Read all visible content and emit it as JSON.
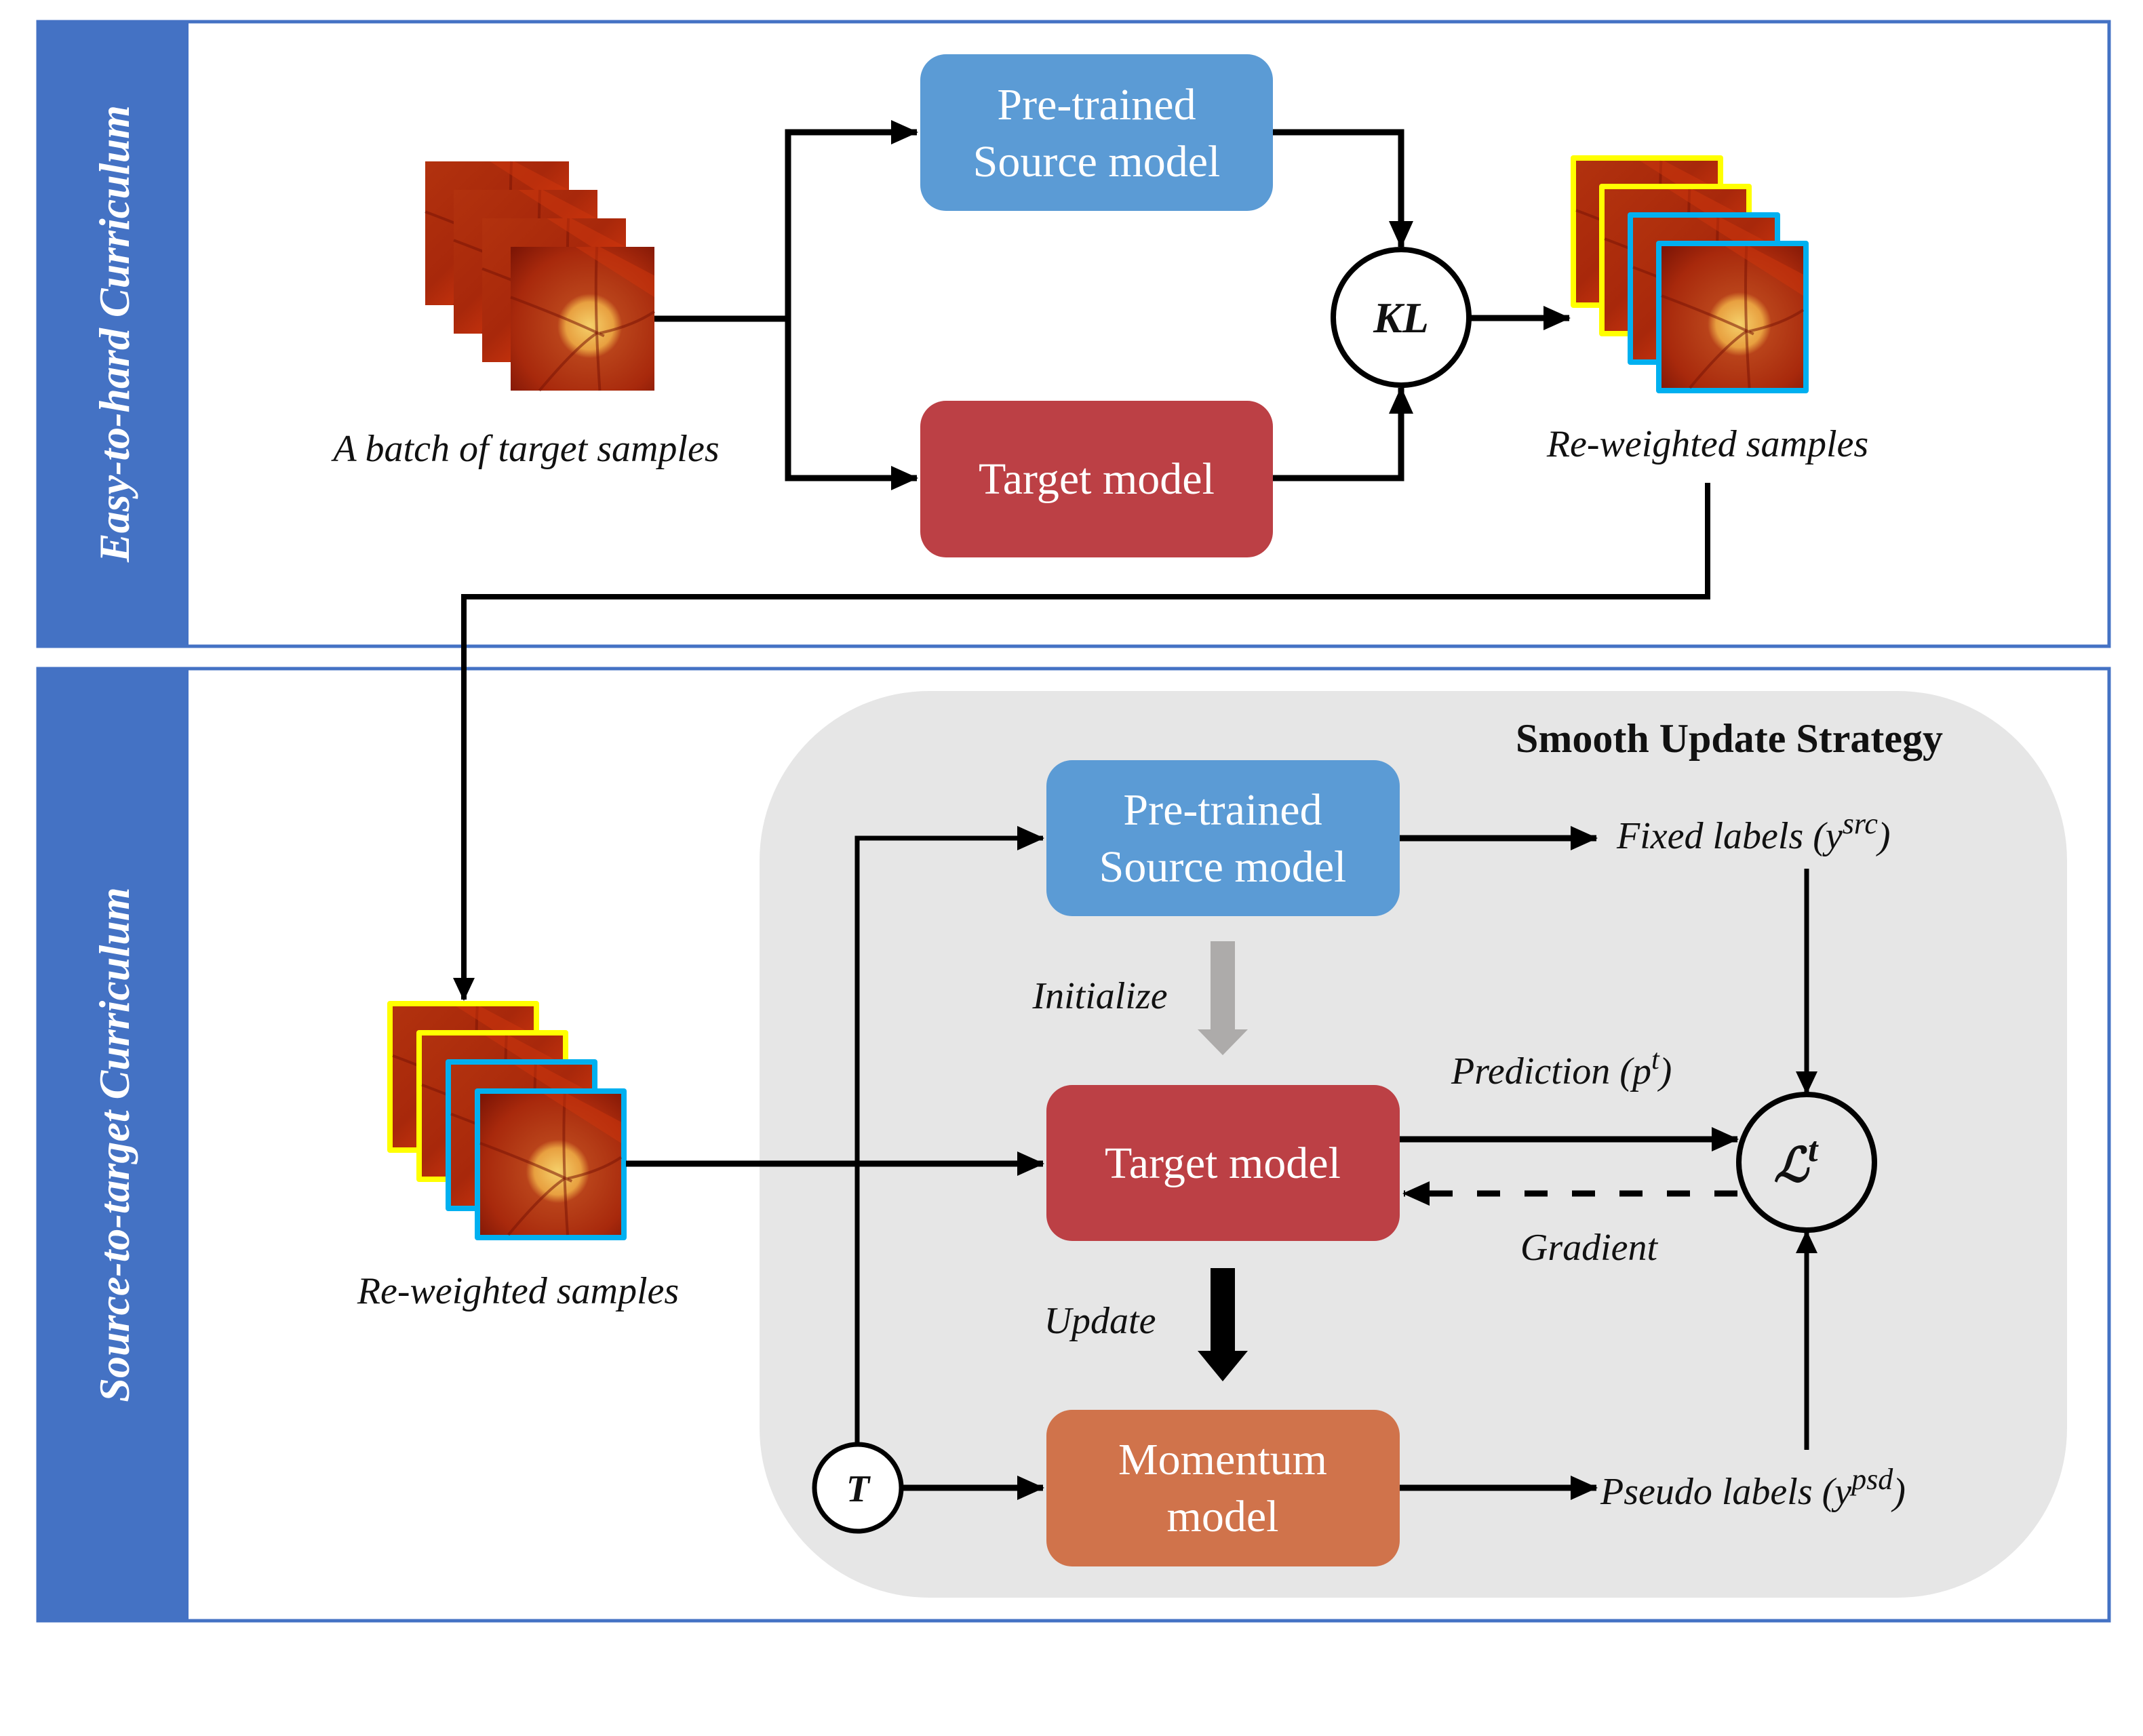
{
  "colors": {
    "panel_blue": "#4472C4",
    "source_model": "#5B9BD5",
    "target_model": "#BC4045",
    "momentum_model": "#D0734B",
    "smooth_region": "#E6E6E6",
    "weight_high": "#FFFF00",
    "weight_low": "#00B0F0",
    "init_arrow": "#ADABAA",
    "fundus_dark": "#8E1A08",
    "fundus_mid": "#C0360F",
    "disc": "#F2B84A"
  },
  "panels": {
    "top": {
      "side_label": "Easy-to-hard Curriculum",
      "input_caption": "A batch of target samples",
      "source_model": {
        "line1": "Pre-trained",
        "line2": "Source model"
      },
      "target_model": {
        "line1": "Target model"
      },
      "kl_node": "KL",
      "output_caption": "Re-weighted samples",
      "input_tile_count": 4,
      "output_tiles": [
        "high",
        "high",
        "low",
        "low"
      ]
    },
    "bottom": {
      "side_label": "Source-to-target Curriculum",
      "input_caption": "Re-weighted samples",
      "input_tiles": [
        "high",
        "high",
        "low",
        "low"
      ],
      "region_title": "Smooth Update Strategy",
      "source_model": {
        "line1": "Pre-trained",
        "line2": "Source model"
      },
      "target_model": {
        "line1": "Target model"
      },
      "momentum_model": {
        "line1": "Momentum",
        "line2": "model"
      },
      "initialize_label": "Initialize",
      "update_label": "Update",
      "transform_node": "T",
      "loss_node": {
        "base": "ℒ",
        "sup": "t"
      },
      "fixed_labels": {
        "text": "Fixed labels (y",
        "sup": "src",
        "close": ")"
      },
      "pseudo_labels": {
        "text": "Pseudo labels (y",
        "sup": "psd",
        "close": ")"
      },
      "prediction": {
        "text": "Prediction (p",
        "sup": "t",
        "close": ")"
      },
      "gradient_label": "Gradient"
    }
  }
}
